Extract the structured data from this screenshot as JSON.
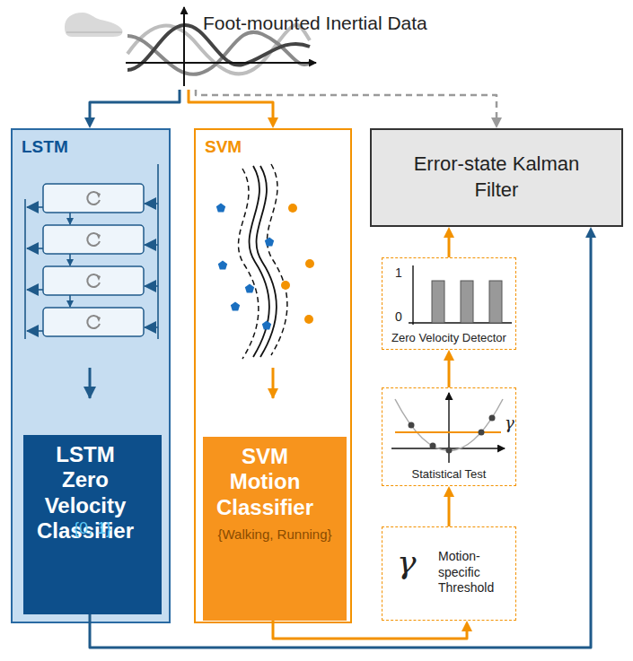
{
  "diagram": {
    "nodes": [
      {
        "text": [
          "Foot-mounted Inertial Data"
        ]
      },
      {
        "text": [
          "LSTM"
        ]
      },
      {
        "text": [
          "LSTM Zero Velocity Classifier",
          "{0, 1}"
        ],
        "in": 1
      },
      {
        "text": [
          "SVM"
        ]
      },
      {
        "text": [
          "SVM Motion Classifier",
          "{Walking, Running}"
        ],
        "in": 3
      },
      {
        "text": [
          "Error-state Kalman Filter"
        ]
      },
      {
        "text": [
          "Zero Velocity Detector"
        ]
      },
      {
        "text": [
          "Statistical Test"
        ]
      },
      {
        "text": [
          "γ",
          "Motion-specific Threshold"
        ]
      }
    ],
    "edges": [
      {
        "from": 0,
        "to": 1,
        "arrow": "to"
      },
      {
        "from": 0,
        "to": 3,
        "arrow": "to"
      },
      {
        "from": 0,
        "to": 5,
        "arrow": "to"
      },
      {
        "from": 2,
        "to": 5,
        "arrow": "to"
      },
      {
        "from": 4,
        "to": 8,
        "arrow": "to"
      },
      {
        "from": 8,
        "to": 7,
        "arrow": "to"
      },
      {
        "from": 7,
        "to": 6,
        "arrow": "to"
      },
      {
        "from": 6,
        "to": 5,
        "arrow": "to"
      }
    ],
    "labels": [
      "1",
      "0",
      "γ"
    ]
  }
}
